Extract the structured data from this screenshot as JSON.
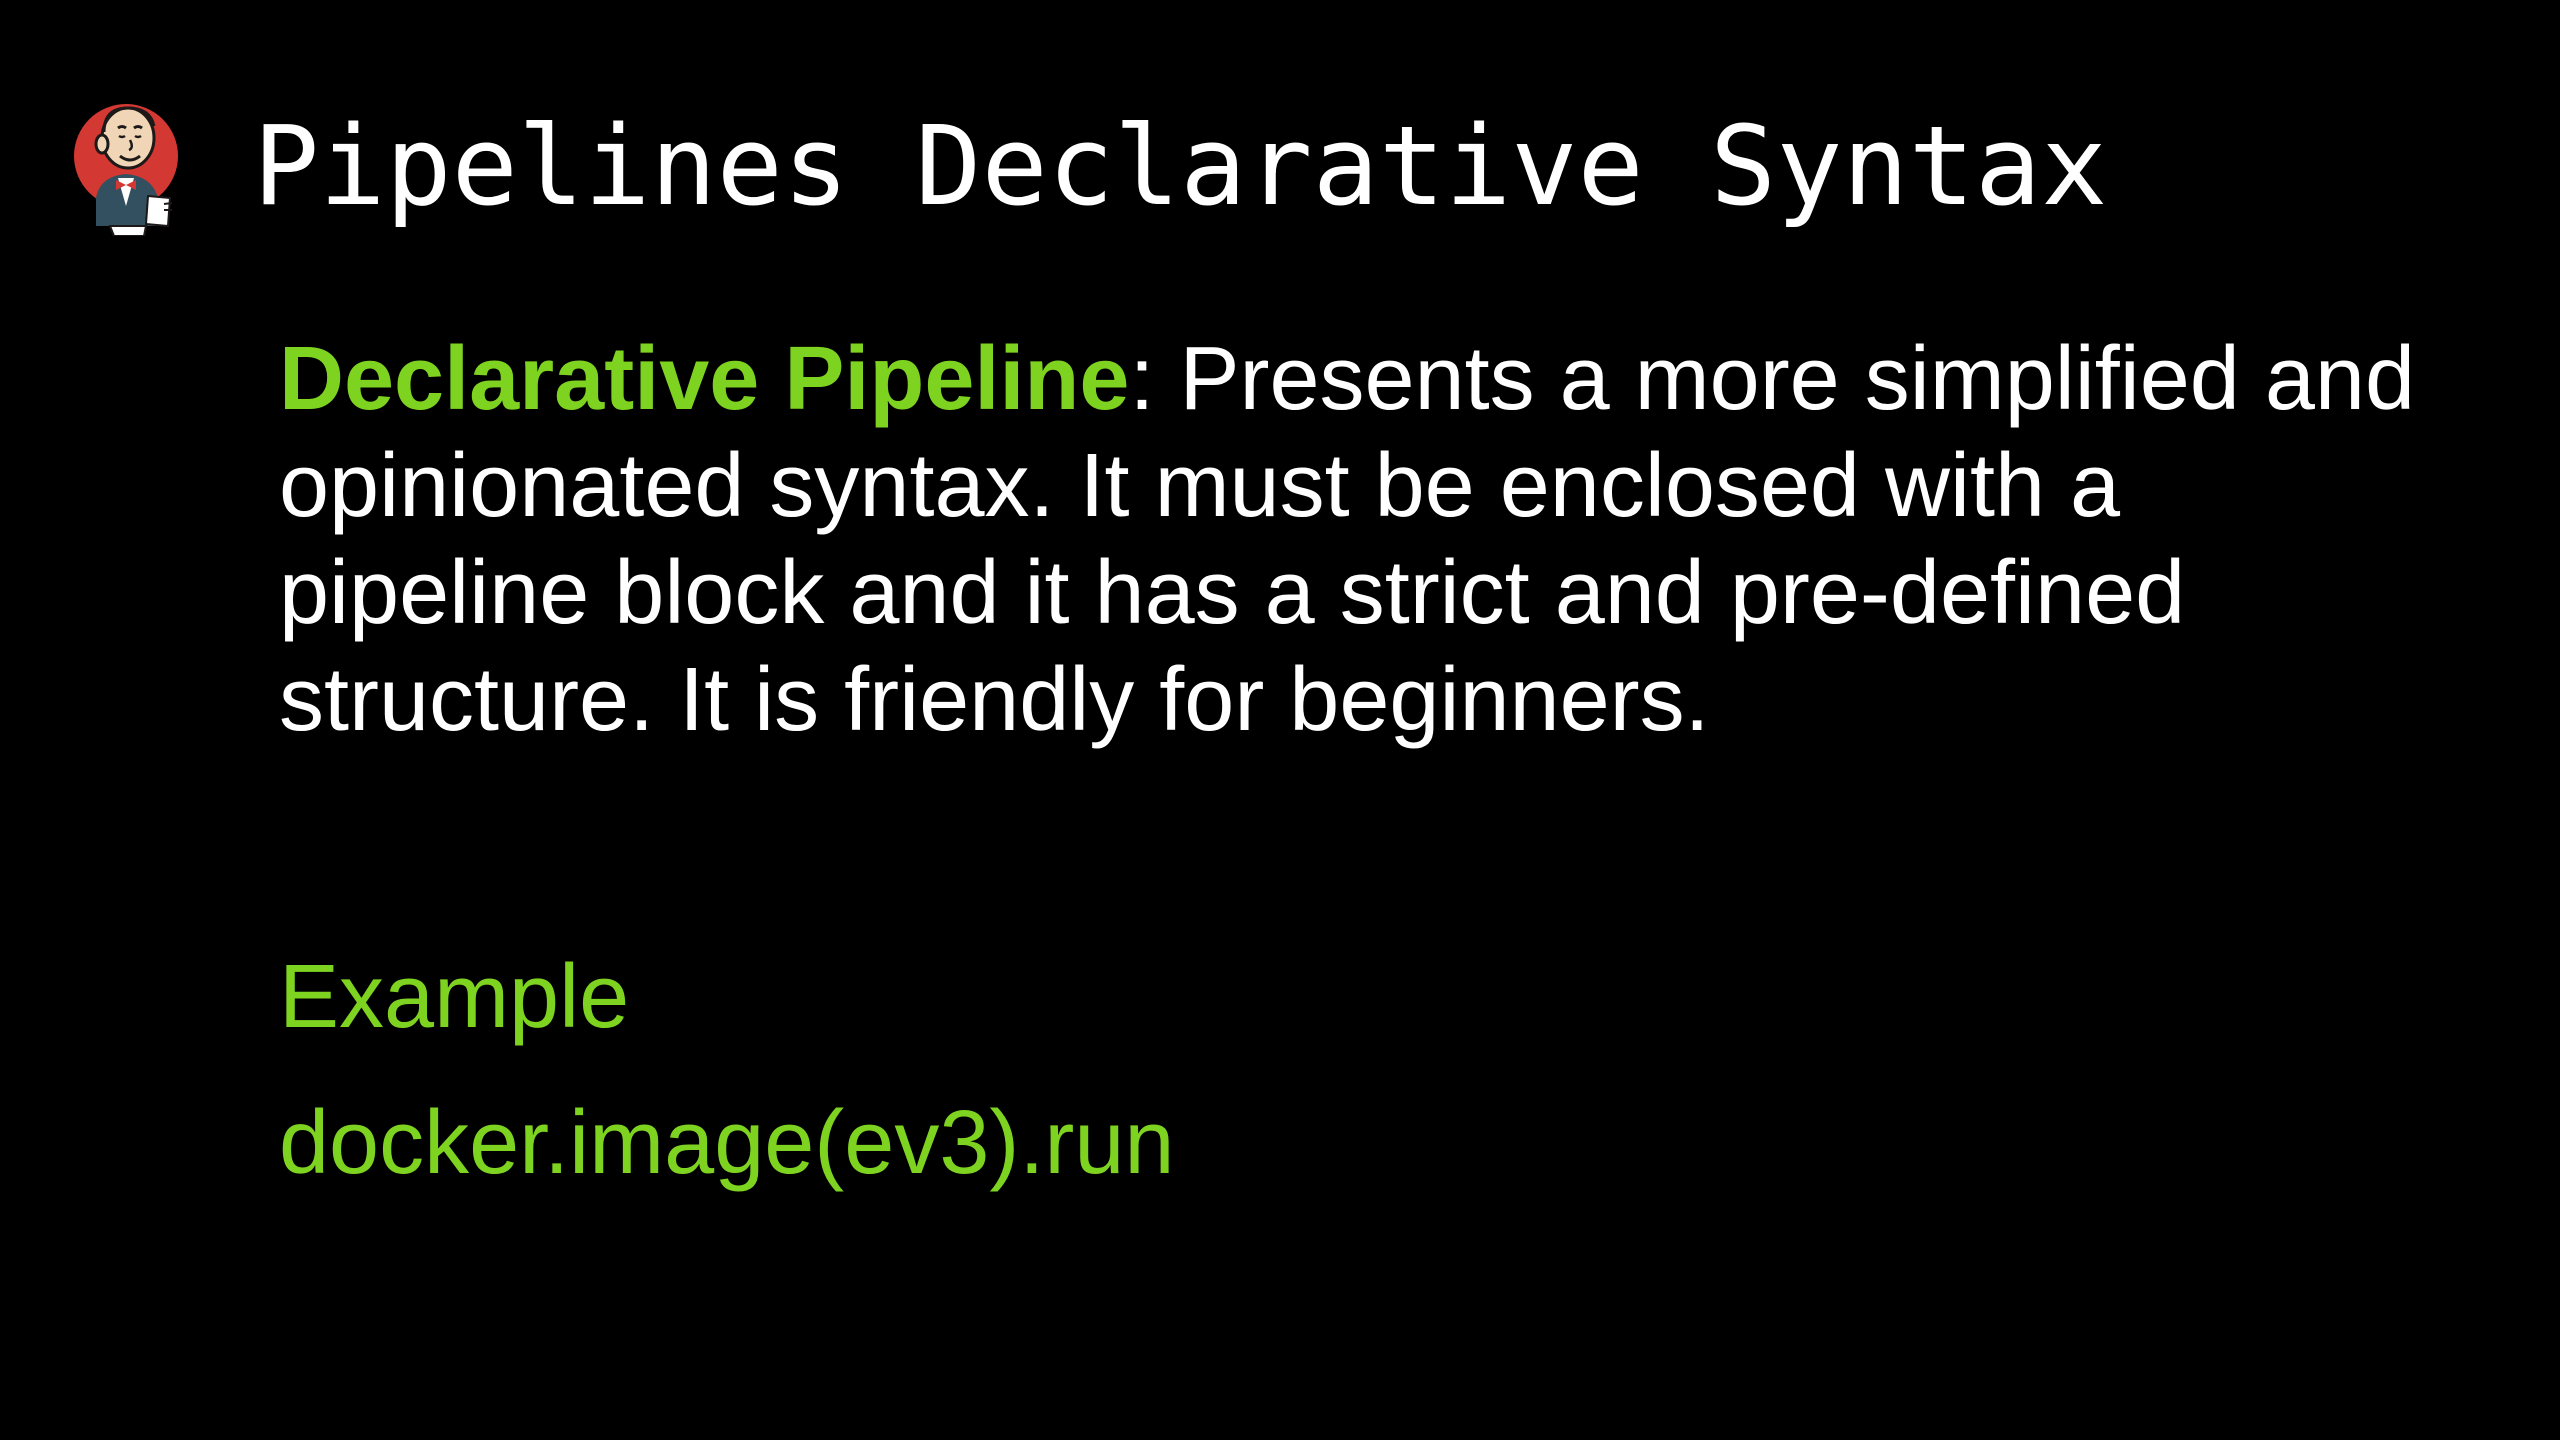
{
  "slide": {
    "logo_icon": "jenkins-butler-logo-icon",
    "title": "Pipelines Declarative Syntax",
    "definition": {
      "term": "Declarative Pipeline",
      "text": ": Presents a more simplified and opinionated syntax. It must be enclosed with a pipeline block and it has a strict and pre-defined structure. It is friendly for beginners."
    },
    "example": {
      "label": "Example",
      "code": "docker.image(ev3).run"
    }
  },
  "colors": {
    "background": "#000000",
    "text": "#ffffff",
    "accent": "#7ed321"
  }
}
